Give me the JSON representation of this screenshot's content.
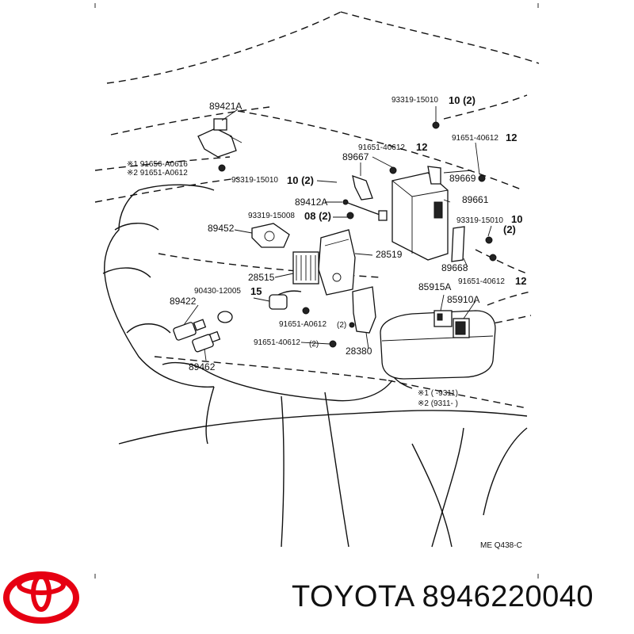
{
  "diagram": {
    "labels": [
      {
        "id": "89421A",
        "text": "89421A"
      },
      {
        "id": "93319-15010-top",
        "text": "93319-15010"
      },
      {
        "id": "10-2-top",
        "text": "10 (2)"
      },
      {
        "id": "91651-40612-a",
        "text": "91651-40612"
      },
      {
        "id": "12-a",
        "text": "12"
      },
      {
        "id": "91651-40612-b",
        "text": "91651-40612"
      },
      {
        "id": "12-b",
        "text": "12"
      },
      {
        "id": "star1-part",
        "text": "※1 91656-A0616"
      },
      {
        "id": "star2-part",
        "text": "※2 91651-A0612"
      },
      {
        "id": "89667",
        "text": "89667"
      },
      {
        "id": "89669",
        "text": "89669"
      },
      {
        "id": "93319-15010-mid",
        "text": "93319-15010"
      },
      {
        "id": "10-2-mid",
        "text": "10 (2)"
      },
      {
        "id": "89661",
        "text": "89661"
      },
      {
        "id": "89412A",
        "text": "89412A"
      },
      {
        "id": "93319-15008",
        "text": "93319-15008"
      },
      {
        "id": "8-2",
        "text": "08 (2)"
      },
      {
        "id": "89452",
        "text": "89452"
      },
      {
        "id": "93319-15010-right",
        "text": "93319-15010"
      },
      {
        "id": "10-right",
        "text": "10"
      },
      {
        "id": "2-right",
        "text": "(2)"
      },
      {
        "id": "28519",
        "text": "28519"
      },
      {
        "id": "89668",
        "text": "89668"
      },
      {
        "id": "91651-40612-c",
        "text": "91651-40612"
      },
      {
        "id": "12-c",
        "text": "12"
      },
      {
        "id": "28515",
        "text": "28515"
      },
      {
        "id": "85915A",
        "text": "85915A"
      },
      {
        "id": "90430-12005",
        "text": "90430-12005"
      },
      {
        "id": "15",
        "text": "15"
      },
      {
        "id": "85910A",
        "text": "85910A"
      },
      {
        "id": "89422",
        "text": "89422"
      },
      {
        "id": "91651-A0612-low",
        "text": "91651-A0612"
      },
      {
        "id": "2-small",
        "text": "(2)"
      },
      {
        "id": "91651-40612-low",
        "text": "91651-40612"
      },
      {
        "id": "2-low",
        "text": "(2)"
      },
      {
        "id": "28380",
        "text": "28380"
      },
      {
        "id": "89462",
        "text": "89462"
      },
      {
        "id": "note1",
        "text": "※1 (      -9311)"
      },
      {
        "id": "note2",
        "text": "※2 (9311-      )"
      },
      {
        "id": "ref",
        "text": "ME Q438-C"
      }
    ]
  },
  "brand": {
    "name": "TOYOTA",
    "part_number": "8946220040",
    "caption": "TOYOTA 8946220040",
    "logo_color": "#e60012"
  }
}
